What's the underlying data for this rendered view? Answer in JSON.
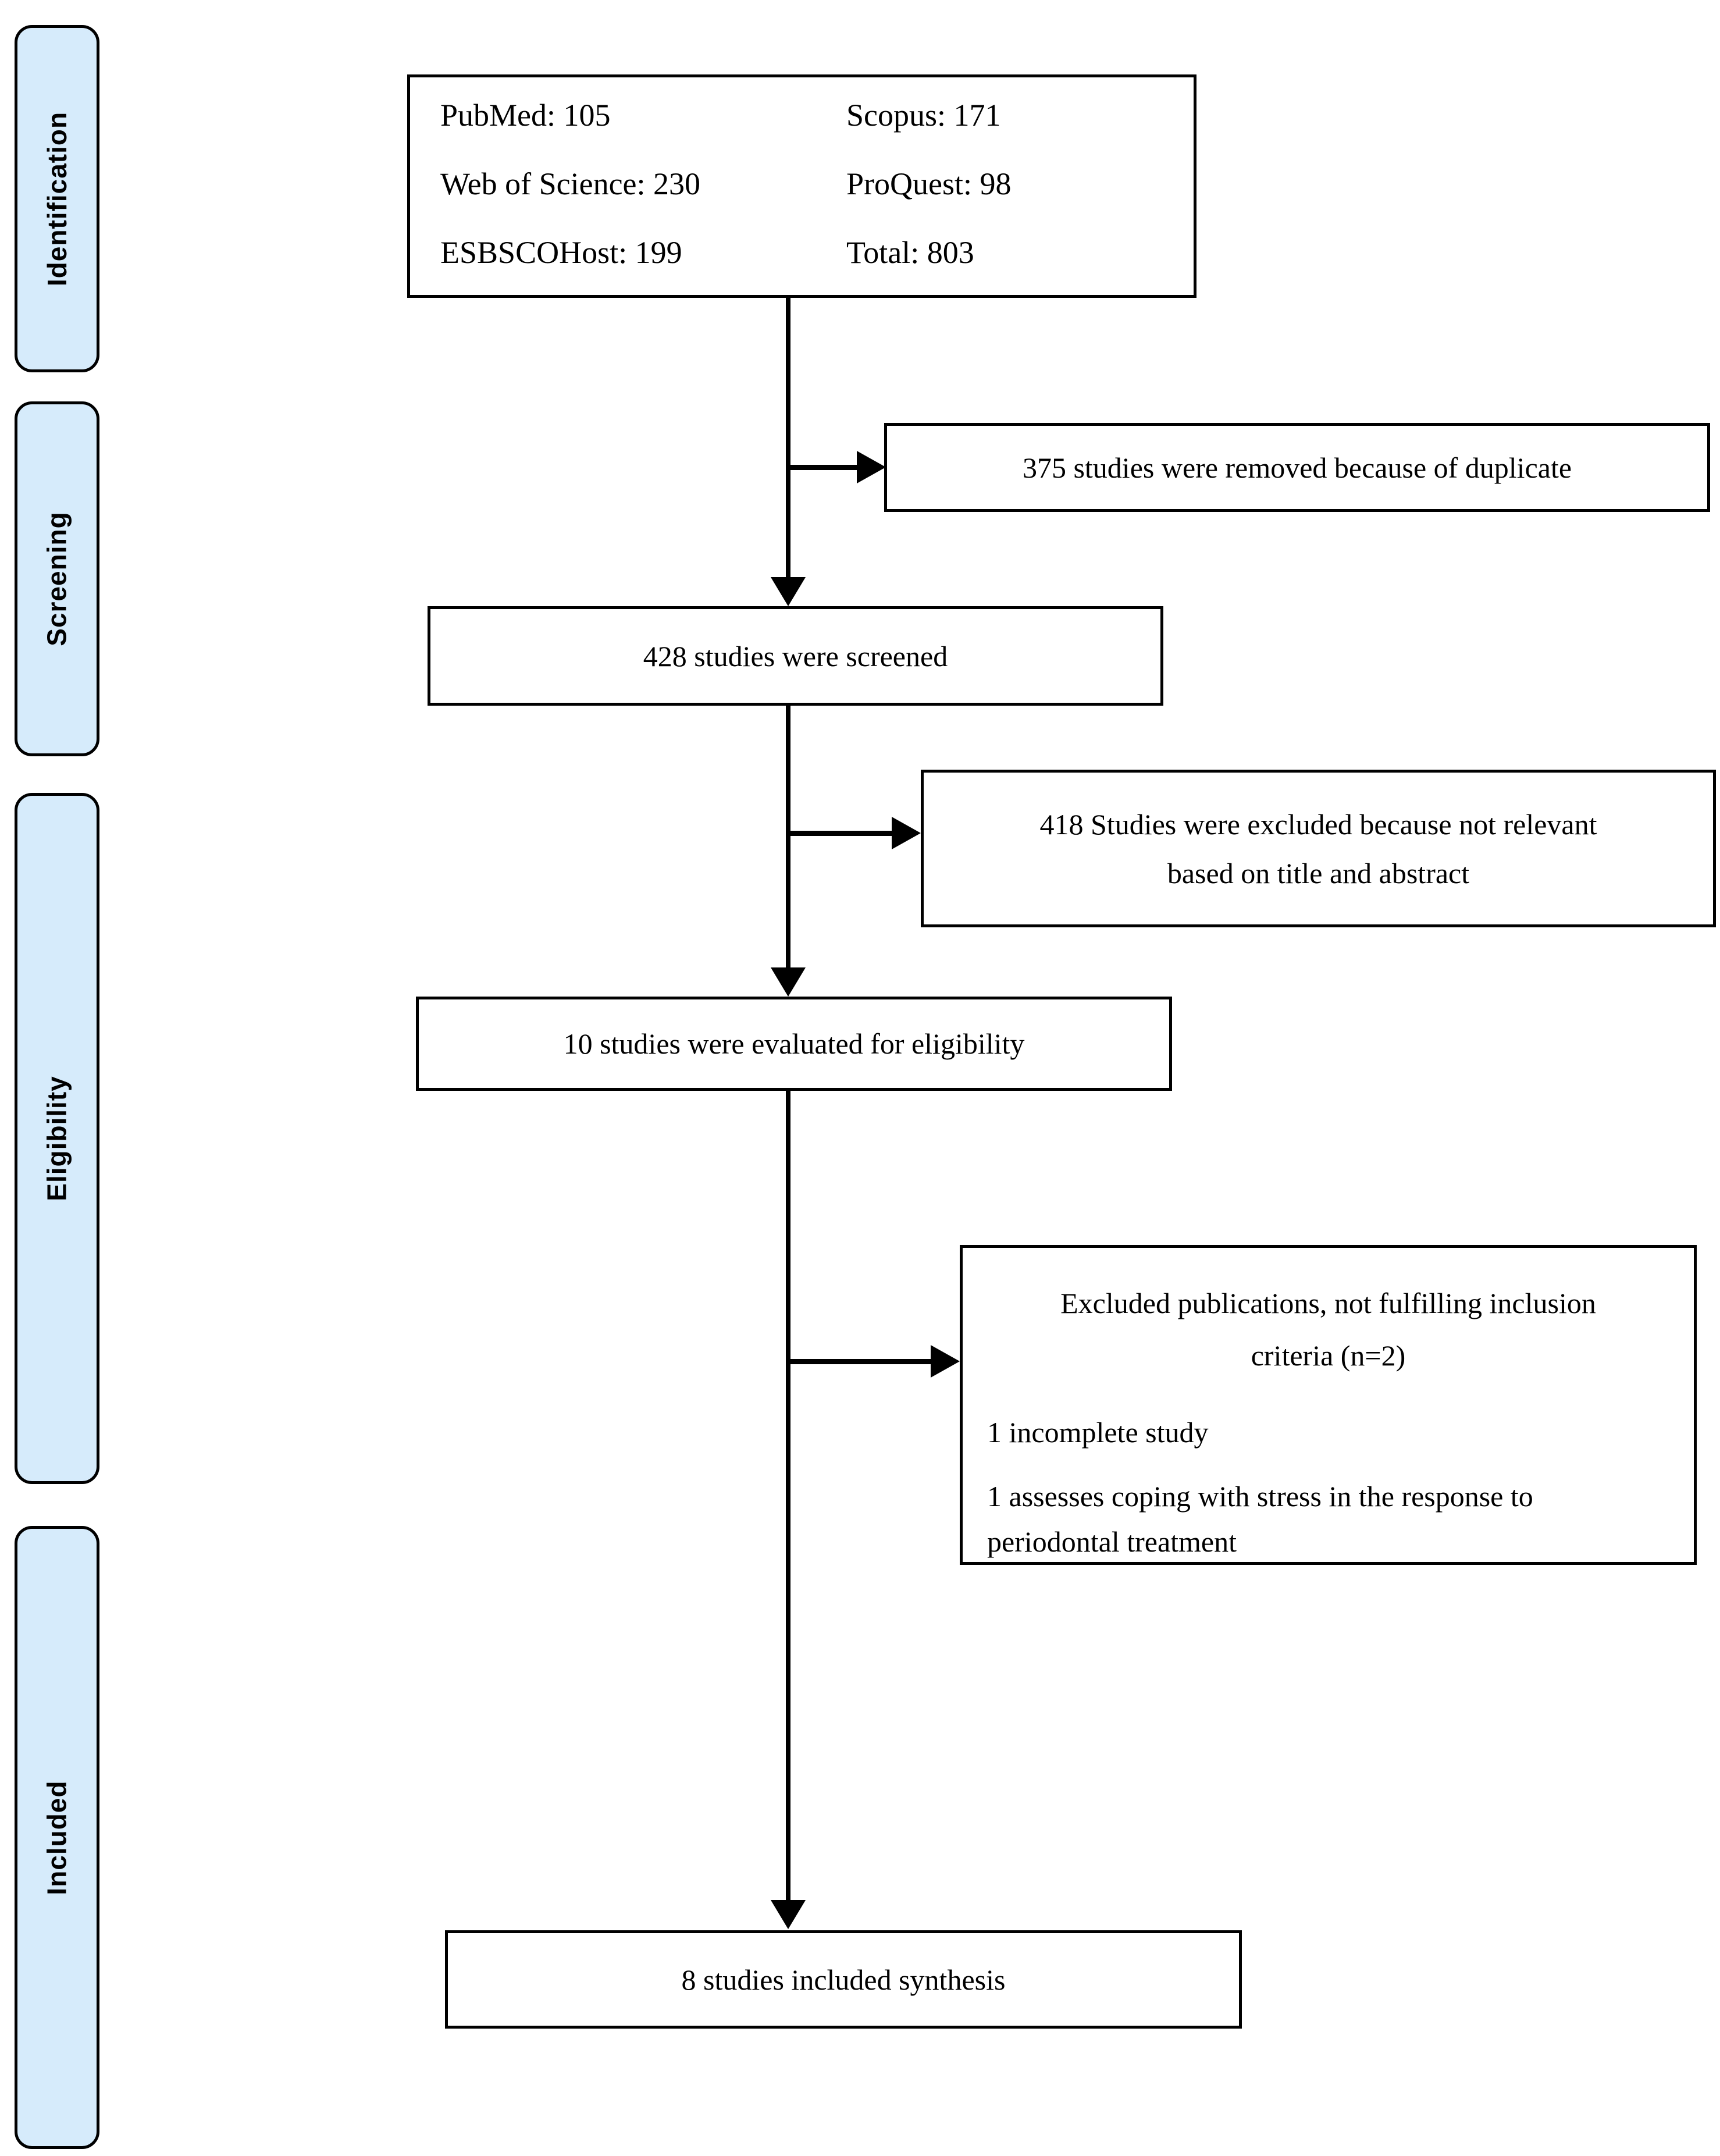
{
  "diagram": {
    "stages": [
      {
        "label": "Identification"
      },
      {
        "label": "Screening"
      },
      {
        "label": "Eligibility"
      },
      {
        "label": "Included"
      }
    ],
    "sources": {
      "row1_left": "PubMed: 105",
      "row1_right": "Scopus: 171",
      "row2_left": "Web of Science: 230",
      "row2_right": "ProQuest: 98",
      "row3_left": "ESBSCOHost: 199",
      "row3_right": "Total: 803"
    },
    "duplicates": {
      "text": "375 studies were removed because of duplicate"
    },
    "screened": {
      "text": "428 studies were screened"
    },
    "not_relevant": {
      "line1": "418 Studies were excluded because not relevant",
      "line2": "based on title and abstract"
    },
    "eligibility_eval": {
      "text": "10 studies were evaluated for eligibility"
    },
    "excluded_publications": {
      "heading_line1": "Excluded publications, not fulfilling inclusion",
      "heading_line2": "criteria (n=2)",
      "item1": "1 incomplete study",
      "item2_line1": "1 assesses coping with stress in the response to",
      "item2_line2": "periodontal treatment"
    },
    "included_synthesis": {
      "text": "8 studies included synthesis"
    },
    "colors": {
      "stage_fill": "#d6ebfb",
      "box_border": "#000000",
      "line": "#000000",
      "background": "#ffffff",
      "text": "#000000"
    }
  }
}
